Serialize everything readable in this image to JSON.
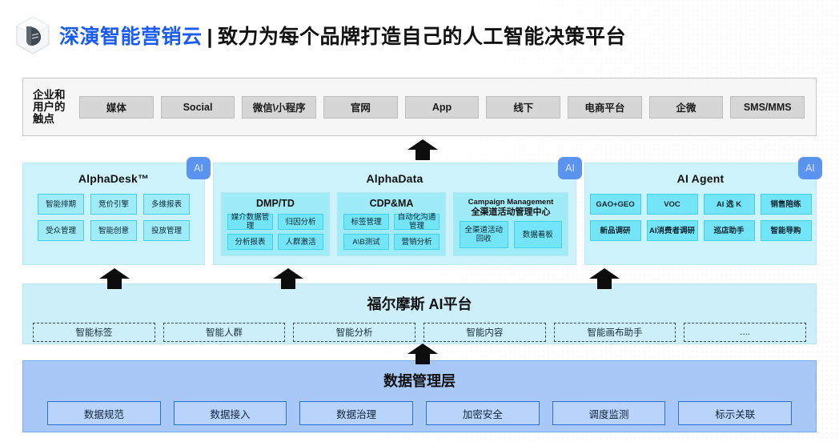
{
  "header": {
    "logo_icon": "hexagon-leaf-logo",
    "brand": "深演智能营销云",
    "separator": "|",
    "tagline": "致力为每个品牌打造自己的人工智能决策平台"
  },
  "touchpoints": {
    "label": "企业和用户的触点",
    "items": [
      "媒体",
      "Social",
      "微信\\小程序",
      "官网",
      "App",
      "线下",
      "电商平台",
      "企微",
      "SMS/MMS"
    ]
  },
  "products": {
    "ai_badge": "AI",
    "alphadesk": {
      "title": "AlphaDesk™",
      "tiles": [
        "智能排期",
        "竞价引擎",
        "多维报表",
        "受众管理",
        "智能创意",
        "投放管理"
      ]
    },
    "alphadata": {
      "title": "AlphaData",
      "groups": [
        {
          "title": "DMP/TD",
          "tiles": [
            "媒介数据管理",
            "归因分析",
            "分析报表",
            "人群激活"
          ]
        },
        {
          "title": "CDP&MA",
          "tiles": [
            "标签管理",
            "自动化沟通管理",
            "A\\B测试",
            "营销分析"
          ]
        },
        {
          "title_en": "Campaign Management",
          "title_cn": "全渠道活动管理中心",
          "tiles": [
            "全渠道活动回收",
            "数据看板"
          ]
        }
      ]
    },
    "aiagent": {
      "title": "AI Agent",
      "tiles": [
        "GAO+GEO",
        "VOC",
        "AI 选 K",
        "销售陪练",
        "新品调研",
        "AI消费者调研",
        "巡店助手",
        "智能导购"
      ]
    }
  },
  "holmes": {
    "title": "福尔摩斯 AI平台",
    "items": [
      "智能标签",
      "智能人群",
      "智能分析",
      "智能内容",
      "智能画布助手",
      "...."
    ]
  },
  "datalayer": {
    "title": "数据管理层",
    "items": [
      "数据规范",
      "数据接入",
      "数据治理",
      "加密安全",
      "调度监测",
      "标示关联"
    ]
  },
  "arrows": {
    "to_touchpoints": "up-arrow",
    "alphadesk_up": "up-arrow",
    "alphadata_up": "up-arrow",
    "aiagent_up": "up-arrow",
    "holmes_up": "up-arrow"
  },
  "colors": {
    "brand_blue": "#1a5cf0",
    "product_card": "#ccf2fb",
    "tile": "#73e5f7",
    "holmes": "#cdeffa",
    "datalayer": "#a8c8f8",
    "ai_badge": "#5b93f0"
  }
}
